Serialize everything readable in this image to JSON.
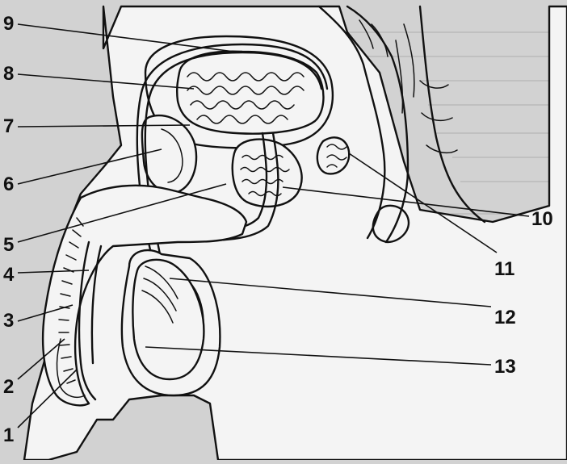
{
  "figure": {
    "labels": [
      {
        "id": "1",
        "text": "1"
      },
      {
        "id": "2",
        "text": "2"
      },
      {
        "id": "3",
        "text": "3"
      },
      {
        "id": "4",
        "text": "4"
      },
      {
        "id": "5",
        "text": "5"
      },
      {
        "id": "6",
        "text": "6"
      },
      {
        "id": "7",
        "text": "7"
      },
      {
        "id": "8",
        "text": "8"
      },
      {
        "id": "9",
        "text": "9"
      },
      {
        "id": "10",
        "text": "10"
      },
      {
        "id": "11",
        "text": "11"
      },
      {
        "id": "12",
        "text": "12"
      },
      {
        "id": "13",
        "text": "13"
      }
    ]
  },
  "colors": {
    "background": "#d2d2d2",
    "ink": "#111111",
    "tissue": "#f4f4f4"
  }
}
